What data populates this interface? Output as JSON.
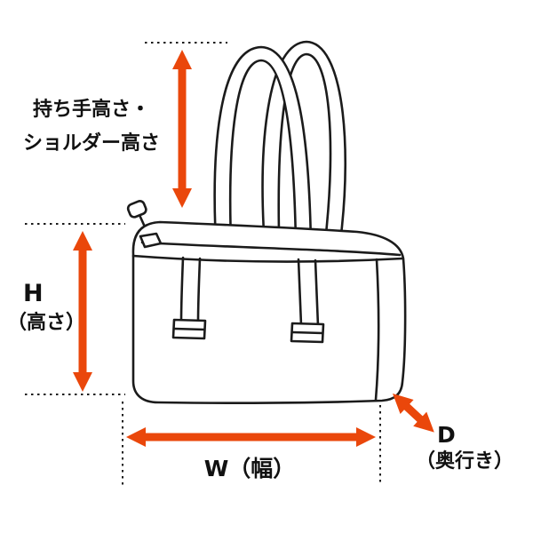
{
  "diagram": {
    "name": "bag-dimension-diagram",
    "labels": {
      "handle_height_line1": "持ち手高さ・",
      "handle_height_line2": "ショルダー高さ",
      "height_abbr": "H",
      "height_suffix": "（高さ）",
      "width": "W（幅）",
      "depth_abbr": "D",
      "depth_suffix": "（奥行き）"
    },
    "colors": {
      "arrow": "#EA470B",
      "line": "#1B1B1B",
      "background": "#FFFFFF"
    }
  }
}
